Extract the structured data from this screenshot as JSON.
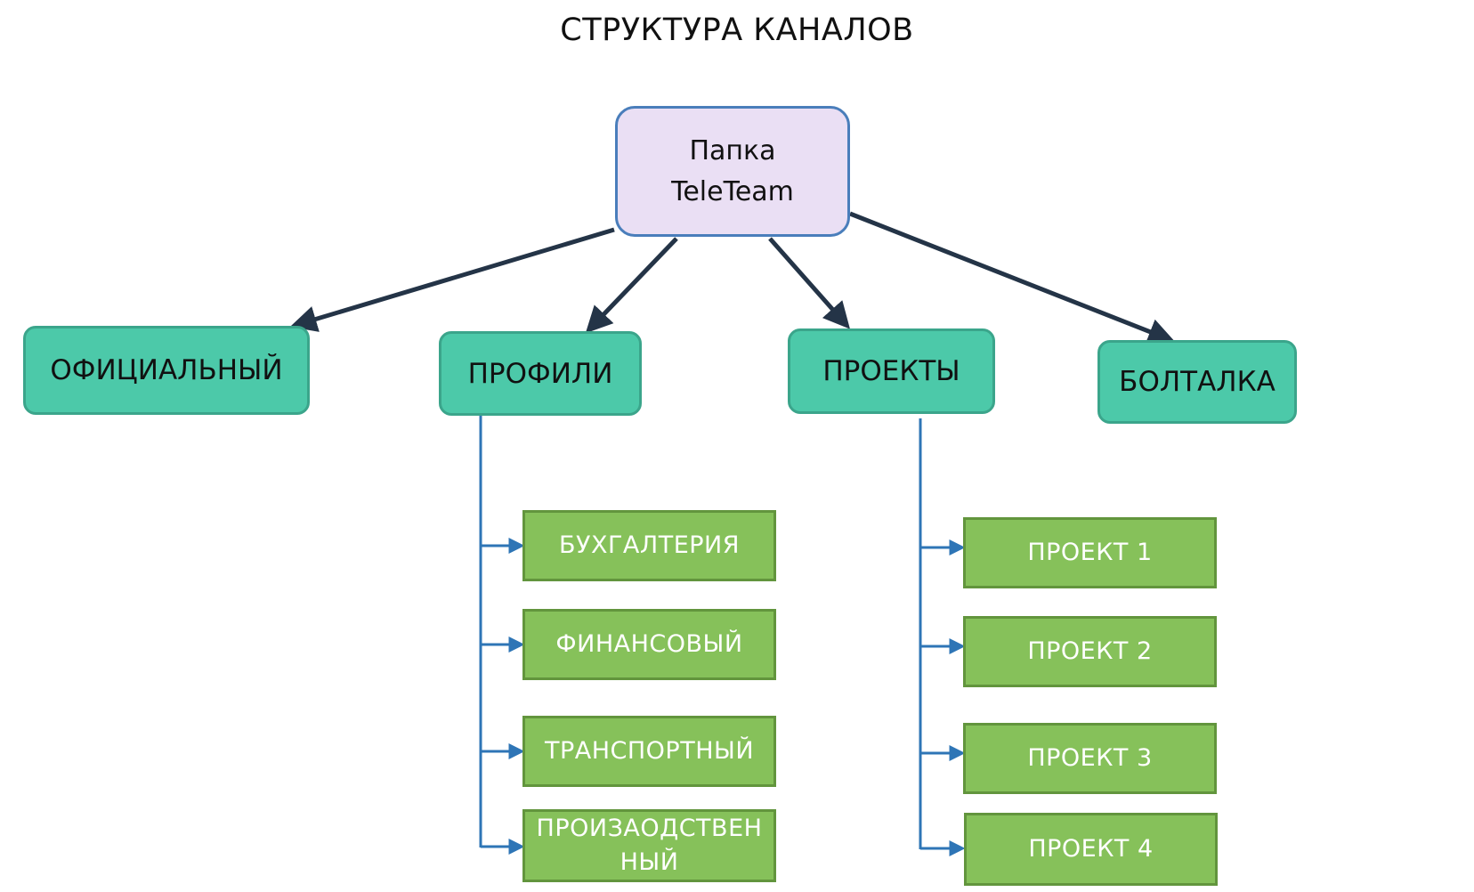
{
  "title": "СТРУКТУРА КАНАЛОВ",
  "root": {
    "line1": "Папка",
    "line2": "TeleTeam"
  },
  "channels": [
    {
      "label": "ОФИЦИАЛЬНЫЙ"
    },
    {
      "label": "ПРОФИЛИ"
    },
    {
      "label": "ПРОЕКТЫ"
    },
    {
      "label": "БОЛТАЛКА"
    }
  ],
  "profiles": [
    {
      "label": "БУХГАЛТЕРИЯ"
    },
    {
      "label": "ФИНАНСОВЫЙ"
    },
    {
      "label": "ТРАНСПОРТНЫЙ"
    },
    {
      "line1": "ПРОИЗАОДСТВЕН",
      "line2": "НЫЙ"
    }
  ],
  "projects": [
    {
      "label": "ПРОЕКТ  1"
    },
    {
      "label": "ПРОЕКТ  2"
    },
    {
      "label": "ПРОЕКТ  3"
    },
    {
      "label": "ПРОЕКТ  4"
    }
  ],
  "colors": {
    "root_fill": "#eadff4",
    "root_border": "#4a7ebb",
    "channel_fill": "#4cc9a9",
    "sub_fill": "#86c15a",
    "dark_arrow": "#243447",
    "blue_arrow": "#2e75b6"
  }
}
